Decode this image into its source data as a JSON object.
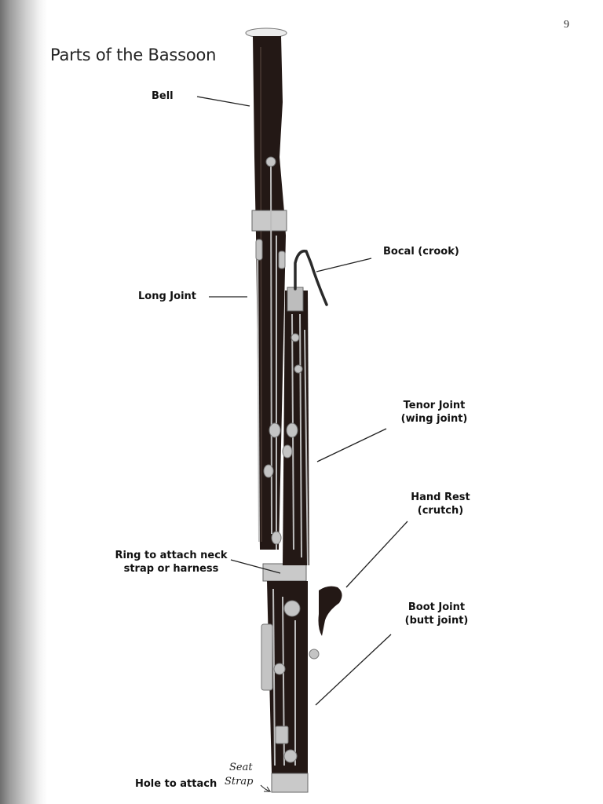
{
  "page_number": "9",
  "title": "Parts of the Bassoon",
  "labels": {
    "bell": "Bell",
    "bocal_line1": "Bocal (crook)",
    "long_joint": "Long Joint",
    "tenor_joint_line1": "Tenor Joint",
    "tenor_joint_line2": "(wing joint)",
    "hand_rest_line1": "Hand Rest",
    "hand_rest_line2": "(crutch)",
    "ring_line1": "Ring to attach neck",
    "ring_line2": "strap or harness",
    "boot_joint_line1": "Boot Joint",
    "boot_joint_line2": "(butt joint)",
    "hole_line1": "Hole to attach"
  },
  "handwriting": {
    "line1": "Seat",
    "line2": "Strap"
  },
  "colors": {
    "wood": "#231815",
    "metal": "#b9b9b9",
    "leader": "#222222"
  }
}
